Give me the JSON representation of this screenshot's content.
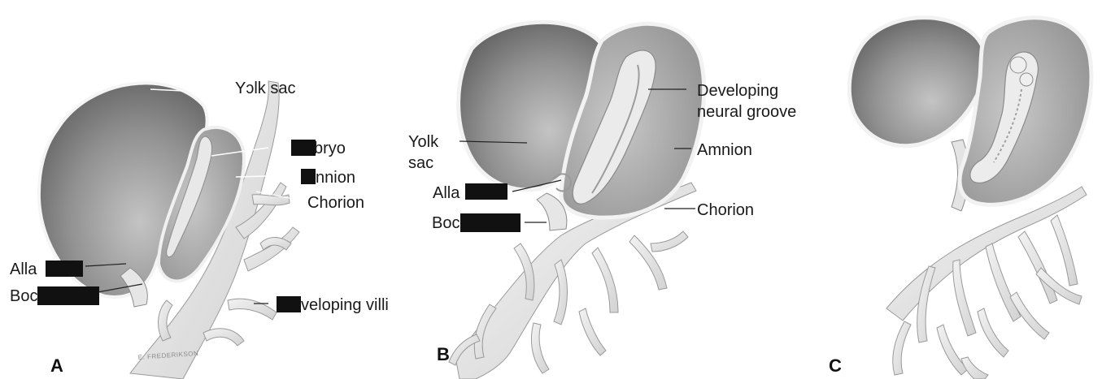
{
  "panels": {
    "a": {
      "letter": "A",
      "labels": {
        "yolk_sac": "Yɔlk sac",
        "embryo": "bryo",
        "amnion": "nnion",
        "chorion": "Chorion",
        "allantois": "Alla",
        "body_stalk": "Boc",
        "developing_villi": "veloping villi"
      },
      "signature": "E. FREDERIKSON"
    },
    "b": {
      "letter": "B",
      "labels": {
        "developing_neural_groove_line1": "Developing",
        "developing_neural_groove_line2": "neural groove",
        "yolk_sac_line1": "Yolk",
        "yolk_sac_line2": "sac",
        "amnion": "Amnion",
        "allantois": "Alla",
        "chorion": "Chorion",
        "body_stalk": "Boc"
      }
    },
    "c": {
      "letter": "C"
    }
  },
  "colors": {
    "yolk_dark": "#6f6f6f",
    "yolk_light": "#b8b8b8",
    "tissue": "#e4e4e4",
    "tissue_edge": "#8c8c8c",
    "amnion_cavity": "#9a9a9a"
  }
}
